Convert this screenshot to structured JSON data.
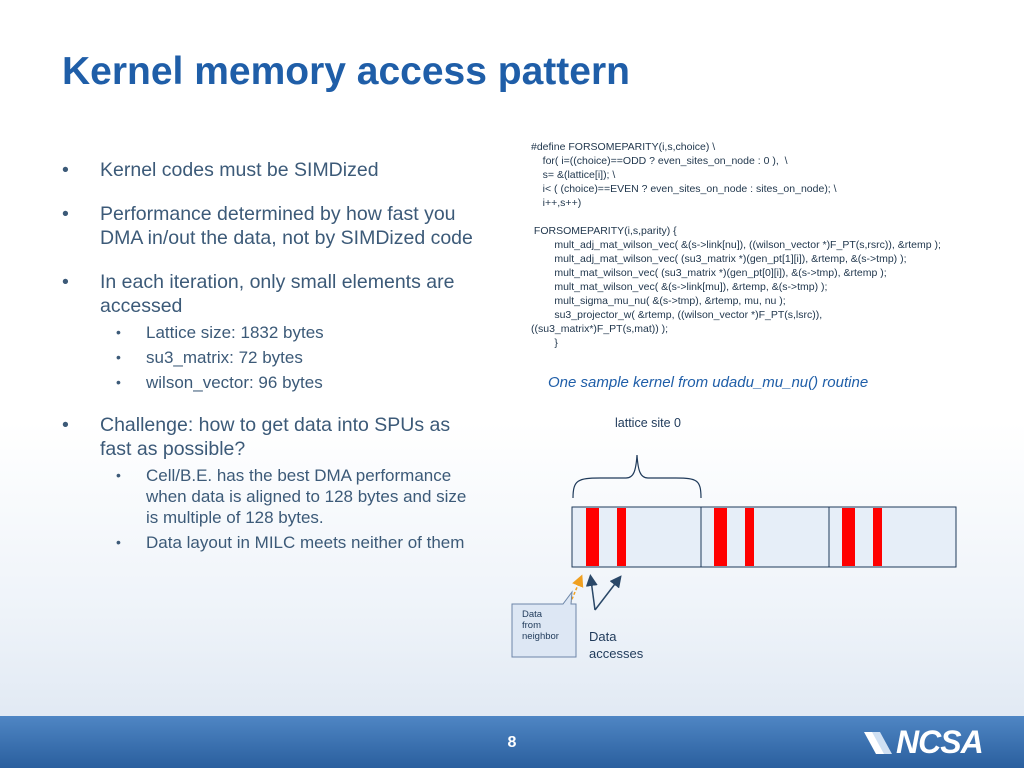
{
  "title": "Kernel memory access pattern",
  "bullets": {
    "b1": "Kernel codes must be SIMDized",
    "b2": "Performance determined by how fast you DMA in/out the data, not by SIMDized code",
    "b3": "In each iteration, only small elements are accessed",
    "b3_sub": [
      "Lattice size: 1832 bytes",
      "su3_matrix: 72 bytes",
      "wilson_vector: 96 bytes"
    ],
    "b4": "Challenge: how to get data into SPUs as fast as possible?",
    "b4_sub": [
      "Cell/B.E. has the best DMA performance when data is aligned to 128 bytes and size is multiple of 128 bytes.",
      "Data layout in MILC meets neither of them"
    ]
  },
  "code_lines": [
    "#define FORSOMEPARITY(i,s,choice) \\",
    "    for( i=((choice)==ODD ? even_sites_on_node : 0 ),  \\",
    "    s= &(lattice[i]); \\",
    "    i< ( (choice)==EVEN ? even_sites_on_node : sites_on_node); \\",
    "    i++,s++)",
    "",
    " FORSOMEPARITY(i,s,parity) {",
    "        mult_adj_mat_wilson_vec( &(s->link[nu]), ((wilson_vector *)F_PT(s,rsrc)), &rtemp );",
    "        mult_adj_mat_wilson_vec( (su3_matrix *)(gen_pt[1][i]), &rtemp, &(s->tmp) );",
    "        mult_mat_wilson_vec( (su3_matrix *)(gen_pt[0][i]), &(s->tmp), &rtemp );",
    "        mult_mat_wilson_vec( &(s->link[mu]), &rtemp, &(s->tmp) );",
    "        mult_sigma_mu_nu( &(s->tmp), &rtemp, mu, nu );",
    "        su3_projector_w( &rtemp, ((wilson_vector *)F_PT(s,lsrc)),",
    "((su3_matrix*)F_PT(s,mat)) );",
    "        }"
  ],
  "caption": "One sample kernel from udadu_mu_nu() routine",
  "diagram": {
    "site_label": "lattice site 0",
    "bubble_lines": [
      "Data",
      "from",
      "neighbor"
    ],
    "accesses_lines": [
      "Data",
      "accesses"
    ],
    "colors": {
      "cell_fill": "#e6eef8",
      "cell_stroke": "#1f3a5a",
      "access": "#ff0000",
      "arrow": "#2a4868",
      "neighbor_arrow": "#f0a020"
    }
  },
  "footer": {
    "page_number": "8",
    "logo": "NCSA"
  }
}
